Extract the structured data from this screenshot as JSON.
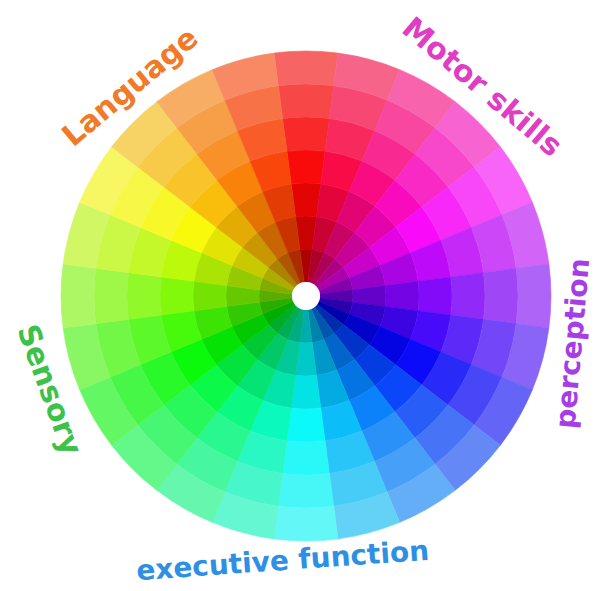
{
  "diagram": {
    "labels": [
      "Language",
      "Motor skills",
      "perception",
      "executive function",
      "Sensory"
    ]
  }
}
